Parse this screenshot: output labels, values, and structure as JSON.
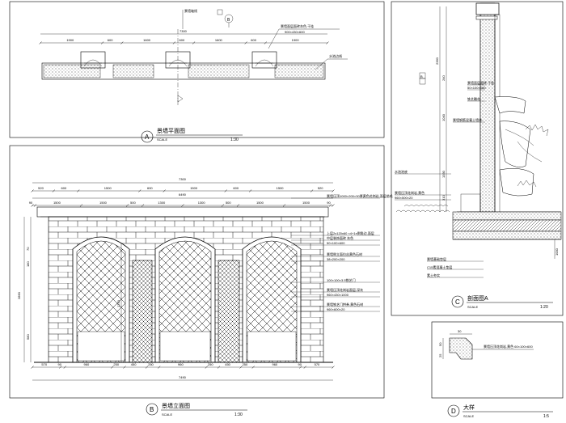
{
  "panel_a": {
    "circle_label": "A",
    "title": "景墙平面图",
    "scale_word": "SCALE",
    "scale": "1:30",
    "section_mark": "B",
    "top_note": "景墙轴线",
    "total_dim": "7300",
    "dims": [
      "1900",
      "600",
      "1600",
      "600",
      "1600",
      "600",
      "1900"
    ],
    "note_1": "景墙面层面砖灰色,干挂",
    "note_1b": "900×430×600",
    "note_2": "水池边线"
  },
  "panel_b": {
    "circle_label": "B",
    "title": "景墙立面图",
    "scale_word": "SCALE",
    "scale": "1:30",
    "top_total": "7300",
    "top_dims": [
      "520",
      "600",
      "1500",
      "600",
      "1500",
      "600",
      "1500",
      "520"
    ],
    "second_total": "6490",
    "third_dims": [
      "90",
      "1500",
      "1500",
      "500",
      "1300",
      "1300",
      "500",
      "1500",
      "1500",
      "90"
    ],
    "bottom_dims": [
      "570",
      "90",
      "960",
      "250",
      "450",
      "250",
      "960",
      "250",
      "450",
      "250",
      "960",
      "90",
      "570"
    ],
    "bottom_total": "7490",
    "left_height": "2860",
    "left_dims": [
      "70",
      "180",
      "580"
    ],
    "mid_height": "1790",
    "notes": [
      "景墙压顶1000×200×30厚黄色花岗岩,面层凿毛",
      "上层2x120x60 ×4+1x倒角边,面层",
      "中层装饰面砖 灰色",
      "50×100×600",
      "景墙侧立面拉丝黄色石材",
      "38×200×200",
      "100×100×3.5铁艺门",
      "景墙压顶花岗岩面层,深灰",
      "960×430×1000",
      "景墙铁艺门拱券,黄色石材",
      "960×600×20"
    ]
  },
  "panel_c": {
    "circle_label": "C",
    "title": "剖面图A",
    "scale_word": "SCALE",
    "scale": "1:20",
    "heights": [
      "2360",
      "1040",
      "1330",
      "310",
      "240"
    ],
    "notes": [
      "景墙面层面砖,干挂",
      "50×100×600",
      "铁艺雕花",
      "景墙钢筋混凝土墙体",
      "水池池底",
      "景墙压顶花岗岩,黄色",
      "960×500×20",
      "景墙基础垫层",
      "C15素混凝土垫层",
      "素土夯实"
    ],
    "ref_label": "B",
    "side_dim": "1000"
  },
  "panel_d": {
    "circle_label": "D",
    "title": "大样",
    "scale_word": "SCALE",
    "scale": "1:5",
    "dims": [
      "50",
      "25",
      "30"
    ],
    "note": "景墙压顶花岗岩,黄色 60×100×600"
  }
}
